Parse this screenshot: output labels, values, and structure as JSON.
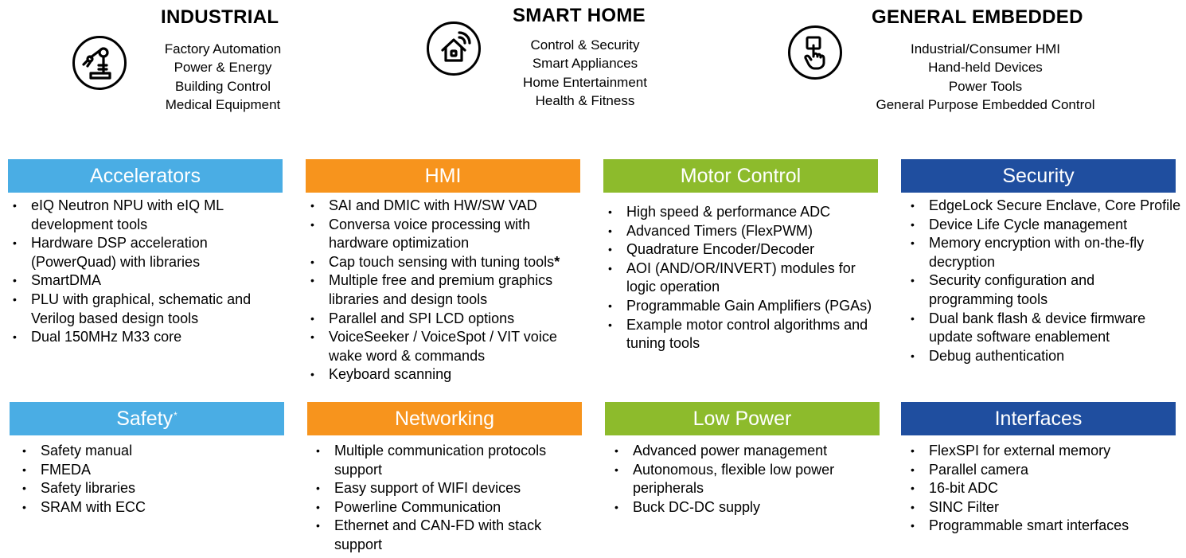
{
  "applications": [
    {
      "title": "INDUSTRIAL",
      "icon": "robot-arm-icon",
      "items": [
        "Factory Automation",
        "Power & Energy",
        "Building Control",
        "Medical Equipment"
      ]
    },
    {
      "title": "SMART HOME",
      "icon": "smart-home-icon",
      "items": [
        "Control & Security",
        "Smart Appliances",
        "Home Entertainment",
        "Health & Fitness"
      ]
    },
    {
      "title": "GENERAL EMBEDDED",
      "icon": "touch-hand-icon",
      "items": [
        "Industrial/Consumer HMI",
        "Hand-held Devices",
        "Power Tools",
        "General Purpose Embedded Control"
      ]
    }
  ],
  "cards": [
    {
      "title": "Accelerators",
      "color": "#4AADE4",
      "items": [
        "eIQ Neutron NPU with eIQ ML development tools",
        "Hardware DSP acceleration (PowerQuad) with libraries",
        "SmartDMA",
        "PLU with graphical, schematic and Verilog based design tools",
        "Dual 150MHz M33 core"
      ]
    },
    {
      "title": "HMI",
      "color": "#F7941D",
      "items": [
        "SAI and DMIC with HW/SW VAD",
        "Conversa voice processing with hardware optimization",
        "Cap touch sensing with tuning tools",
        "Multiple free and premium graphics libraries and design tools",
        "Parallel and SPI LCD options",
        "VoiceSeeker / VoiceSpot / VIT voice wake word & commands",
        "Keyboard scanning"
      ],
      "footnote_marker": "*"
    },
    {
      "title": "Motor Control",
      "color": "#8DBB2C",
      "items": [
        "High speed & performance ADC",
        "Advanced Timers (FlexPWM)",
        "Quadrature Encoder/Decoder",
        "AOI (AND/OR/INVERT) modules for logic operation",
        "Programmable Gain Amplifiers (PGAs)",
        "Example motor control algorithms and tuning tools"
      ]
    },
    {
      "title": "Security",
      "color": "#1F4E9F",
      "items": [
        "EdgeLock Secure Enclave, Core Profile",
        "Device Life Cycle management",
        "Memory encryption with on-the-fly decryption",
        "Security configuration and programming tools",
        "Dual bank flash & device firmware update software enablement",
        "Debug authentication"
      ]
    },
    {
      "title": "Safety",
      "title_marker": "*",
      "color": "#4AADE4",
      "items": [
        "Safety manual",
        "FMEDA",
        "Safety libraries",
        "SRAM with ECC"
      ]
    },
    {
      "title": "Networking",
      "color": "#F7941D",
      "items": [
        "Multiple communication protocols support",
        "Easy support of WIFI devices",
        "Powerline Communication",
        "Ethernet and CAN-FD with stack support"
      ]
    },
    {
      "title": "Low Power",
      "color": "#8DBB2C",
      "items": [
        "Advanced power management",
        "Autonomous, flexible low power peripherals",
        "Buck DC-DC supply"
      ]
    },
    {
      "title": "Interfaces",
      "color": "#1F4E9F",
      "items": [
        "FlexSPI for external memory",
        "Parallel camera",
        "16-bit ADC",
        "SINC Filter",
        "Programmable smart interfaces"
      ]
    }
  ]
}
